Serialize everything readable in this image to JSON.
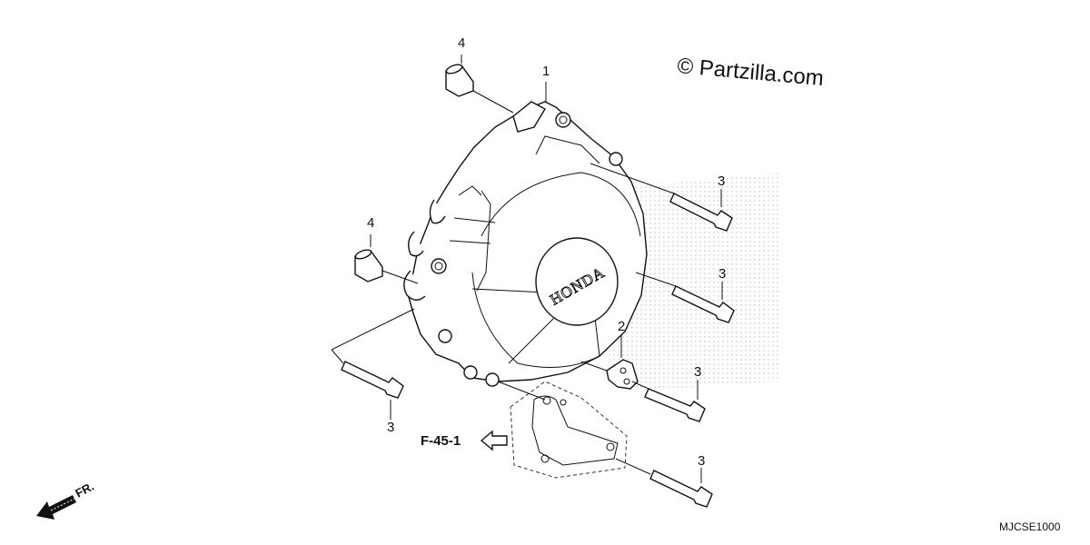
{
  "watermark": "© Partzilla.com",
  "diagram_code": "MJCSE1000",
  "reference_label": "F-45-1",
  "front_label": "FR.",
  "cover_brand": "HONDA",
  "callouts": {
    "c1": "1",
    "c2": "2",
    "c3a": "3",
    "c3b": "3",
    "c3c": "3",
    "c3d": "3",
    "c3e": "3",
    "c4a": "4",
    "c4b": "4"
  }
}
